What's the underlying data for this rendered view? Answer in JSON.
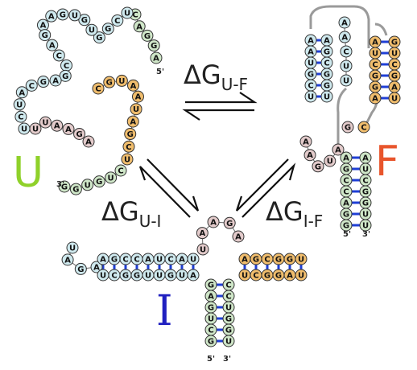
{
  "colors": {
    "blue_nt": "#cfe9ee",
    "green_nt": "#cfe6c8",
    "pink_nt": "#e3cbcb",
    "orange_nt": "#f0bd6d",
    "bond": "#1f3fd6",
    "backbone": "#9a9a9a",
    "U_label": "#8fd12a",
    "F_label": "#e8552c",
    "I_label": "#2020c0"
  },
  "states": {
    "U": {
      "label": "U"
    },
    "F": {
      "label": "F"
    },
    "I": {
      "label": "I"
    }
  },
  "transitions": {
    "uf": {
      "delta": "ΔG",
      "sub": "U-F"
    },
    "ui": {
      "delta": "ΔG",
      "sub": "U-I"
    },
    "if": {
      "delta": "ΔG",
      "sub": "I-F"
    }
  },
  "end_labels": {
    "five_prime": "5'",
    "three_prime": "3'"
  },
  "U_state": {
    "blue_seq": "UCGGUGUGAAGACCGAGCAUCU",
    "blue2_seq": "AGGAC",
    "green_seq": "CG",
    "pink_seq": "UUAAGA",
    "orange_seq": "CGUAAUAGCU",
    "green_tail_seq": "CUGUGG"
  },
  "I_state": {
    "left_top_seq": "AGCCAUCAU",
    "left_bottom_seq": "UCGGUUGUA",
    "loop_left_seq": "AGAU",
    "hairpin_loop_seq": "UAAGA",
    "right_top_seq": "AGCGGU",
    "right_bottom_seq": "UCGGAUA",
    "stem_left_seq": "GAGUCG",
    "stem_right_seq": "CCUGGU"
  },
  "F_state": {
    "left_stem_a": "AAUGCU",
    "left_stem_b": "AGCGGUC",
    "mid_seq": "AACUUCAUG",
    "right_top_a": "AUCGGA",
    "right_top_b": "GUCGAU",
    "bottom_left": "AGCCAGG",
    "bottom_right": "AUCGGUU",
    "pink_seq": "AAGUA",
    "loop_g": "G",
    "loop_c": "C"
  }
}
